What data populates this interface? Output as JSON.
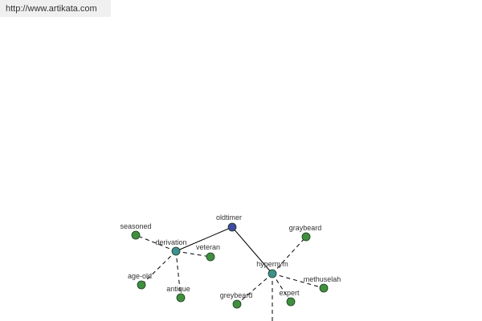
{
  "header": {
    "source_url": "http://www.artikata.com"
  },
  "colors": {
    "root_node": "#3f4aa0",
    "hub_node": "#3f8f8f",
    "leaf_node": "#3f8f3f",
    "edge": "#000000"
  },
  "graph": {
    "nodes": [
      {
        "id": "oldtimer",
        "label": "oldtimer",
        "kind": "root"
      },
      {
        "id": "derivation",
        "label": "derivation",
        "kind": "hub"
      },
      {
        "id": "hypernym",
        "label": "hypernym",
        "kind": "hub"
      },
      {
        "id": "seasoned",
        "label": "seasoned",
        "kind": "leaf"
      },
      {
        "id": "veteran",
        "label": "veteran",
        "kind": "leaf"
      },
      {
        "id": "age-old",
        "label": "age-old",
        "kind": "leaf"
      },
      {
        "id": "antique",
        "label": "antique",
        "kind": "leaf"
      },
      {
        "id": "graybeard",
        "label": "graybeard",
        "kind": "leaf"
      },
      {
        "id": "greybeard",
        "label": "greybeard",
        "kind": "leaf"
      },
      {
        "id": "expert",
        "label": "expert",
        "kind": "leaf"
      },
      {
        "id": "methuselah",
        "label": "methuselah",
        "kind": "leaf"
      }
    ],
    "edges": [
      {
        "from": "oldtimer",
        "to": "derivation",
        "style": "solid"
      },
      {
        "from": "oldtimer",
        "to": "hypernym",
        "style": "solid"
      },
      {
        "from": "derivation",
        "to": "seasoned",
        "style": "dashed"
      },
      {
        "from": "derivation",
        "to": "veteran",
        "style": "dashed"
      },
      {
        "from": "derivation",
        "to": "age-old",
        "style": "dashed"
      },
      {
        "from": "derivation",
        "to": "antique",
        "style": "dashed"
      },
      {
        "from": "hypernym",
        "to": "graybeard",
        "style": "dashed"
      },
      {
        "from": "hypernym",
        "to": "greybeard",
        "style": "dashed"
      },
      {
        "from": "hypernym",
        "to": "expert",
        "style": "dashed"
      },
      {
        "from": "hypernym",
        "to": "methuselah",
        "style": "dashed"
      },
      {
        "from": "hypernym",
        "to": "offscreen-below",
        "style": "dashed"
      }
    ]
  }
}
